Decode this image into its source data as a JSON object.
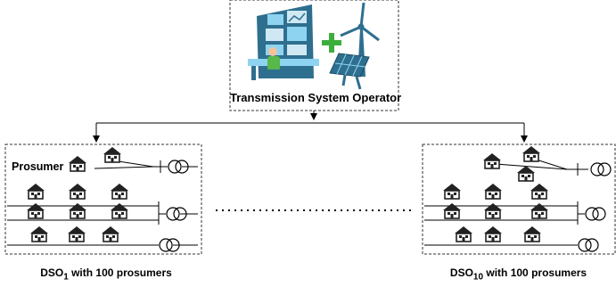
{
  "tso": {
    "label": "Transmission System Operator"
  },
  "prosumer": {
    "label": "Prosumer"
  },
  "dsos": [
    {
      "prefix": "DSO",
      "sub": "1",
      "suffix": " with 100 prosumers"
    },
    {
      "prefix": "DSO",
      "sub": "10",
      "suffix": " with 100 prosumers"
    }
  ]
}
